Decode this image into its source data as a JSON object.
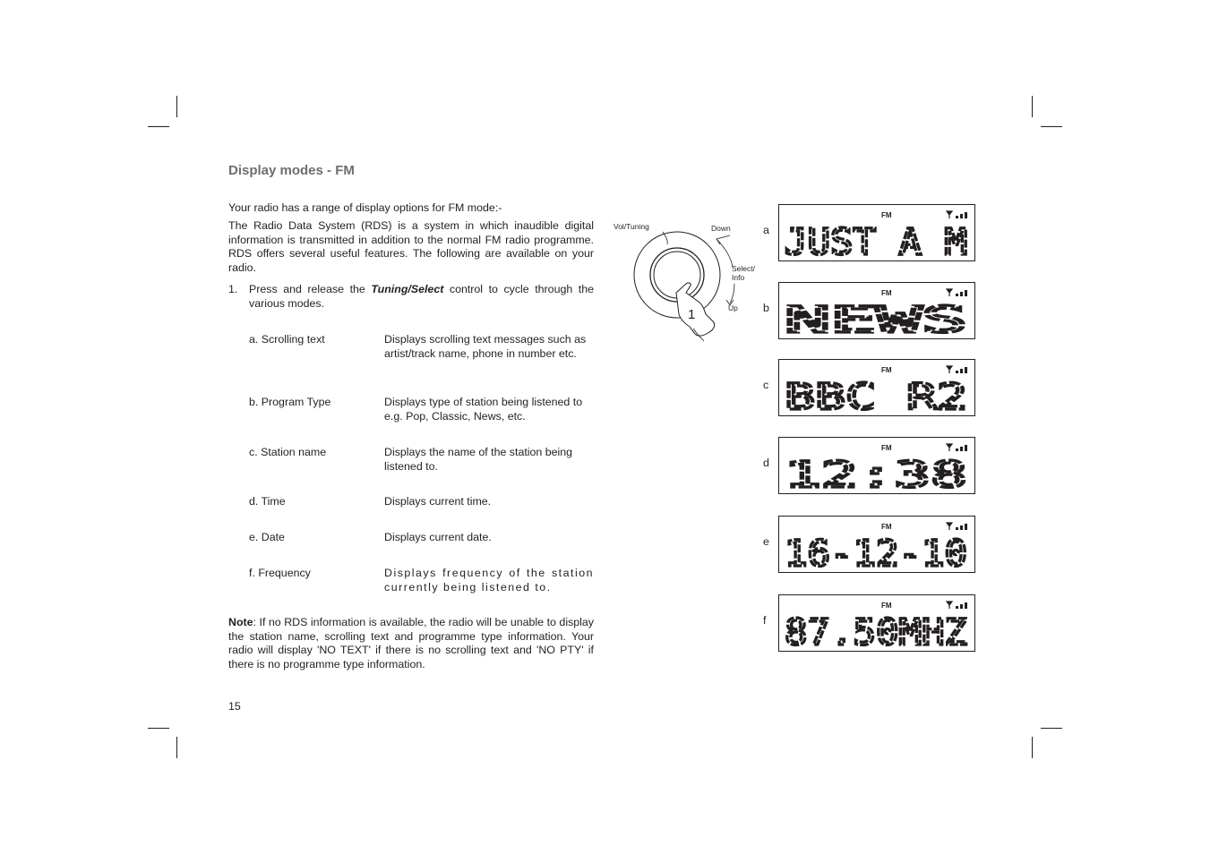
{
  "heading": "Display modes - FM",
  "intro": "Your radio has a range of display options for FM mode:-",
  "rds_paragraph": "The Radio Data System (RDS) is a system in which inaudible digital information is transmitted in addition to the normal FM radio programme. RDS offers several useful features. The following are available on your radio.",
  "step1": {
    "number": "1.",
    "text_before": "Press and release the ",
    "control_name": "Tuning/Select",
    "text_after": " control to cycle through the various modes."
  },
  "modes": [
    {
      "label": "a. Scrolling text",
      "description": "Displays scrolling text messages such as artist/track name, phone in number etc."
    },
    {
      "label": "b. Program Type",
      "description": "Displays type of station being listened to e.g. Pop, Classic, News, etc."
    },
    {
      "label": "c. Station name",
      "description": "Displays the name of the station being listened to."
    },
    {
      "label": "d. Time",
      "description": "Displays current time."
    },
    {
      "label": "e. Date",
      "description": "Displays current date."
    },
    {
      "label": "f. Frequency",
      "description": "Displays frequency of the station currently being listened to."
    }
  ],
  "note": {
    "label": "Note",
    "text": ": If no RDS information is available, the radio will be unable to display the station name, scrolling text and programme type information. Your radio will display 'NO TEXT' if there is no scrolling text and 'NO PTY' if there is no programme type information."
  },
  "page_number": "15",
  "dial": {
    "vol_tuning": "Vol/Tuning",
    "down": "Down",
    "select_line1": "Select/",
    "select_line2": "Info",
    "up": "Up",
    "callout": "1"
  },
  "displays": [
    {
      "letter": "a",
      "band": "FM",
      "text": "JUST A M"
    },
    {
      "letter": "b",
      "band": "FM",
      "text": "NEWS"
    },
    {
      "letter": "c",
      "band": "FM",
      "text": "BBC R2"
    },
    {
      "letter": "d",
      "band": "FM",
      "text": "12:38"
    },
    {
      "letter": "e",
      "band": "FM",
      "text": "16-12-10"
    },
    {
      "letter": "f",
      "band": "FM",
      "text": "87.50MHZ"
    }
  ]
}
